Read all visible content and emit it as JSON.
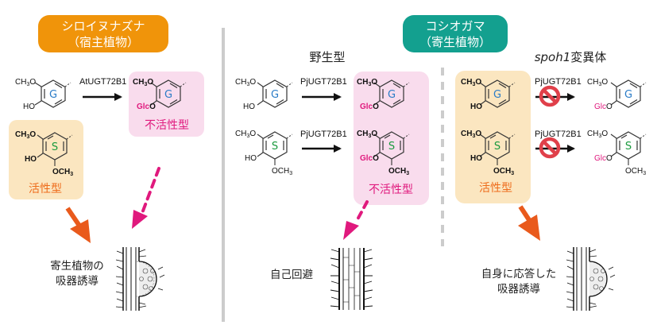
{
  "colors": {
    "orange": "#f0940a",
    "teal": "#13a08f",
    "pink_box": "#f9dced",
    "pink_text": "#e0197d",
    "beige_box": "#fbe6c0",
    "active_text": "#ee6b1a",
    "arrow_orange": "#e95a1c",
    "g_label": "#2a7cc7",
    "s_label": "#1a9a3e",
    "divider": "#cccccc",
    "no_sign": "#e0404a"
  },
  "host": {
    "badge_line1": "シロイヌナズナ",
    "badge_line2": "（宿主植物）",
    "enzyme": "AtUGT72B1",
    "inactive_label": "不活性型",
    "active_label": "活性型",
    "outcome_line1": "寄生植物の",
    "outcome_line2": "吸器誘導"
  },
  "parasite": {
    "badge_line1": "コシオガマ",
    "badge_line2": "（寄生植物）",
    "wildtype": {
      "title": "野生型",
      "enzyme_g": "PjUGT72B1",
      "enzyme_s": "PjUGT72B1",
      "inactive_label": "不活性型",
      "outcome": "自己回避"
    },
    "mutant": {
      "title_italic": "spoh1",
      "title_rest": "変異体",
      "enzyme_g": "PjUGT72B1",
      "enzyme_s": "PjUGT72B1",
      "active_label": "活性型",
      "outcome_line1": "自身に応答した",
      "outcome_line2": "吸器誘導"
    }
  },
  "chem": {
    "ch3o": "CH₃O",
    "ho": "HO",
    "och3": "OCH₃",
    "glc": "Glc",
    "o": "O",
    "g": "G",
    "s": "S"
  }
}
